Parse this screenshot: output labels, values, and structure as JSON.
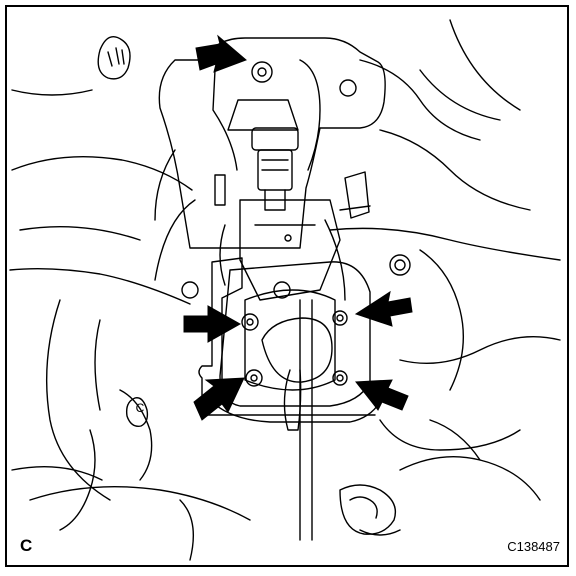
{
  "figure": {
    "corner_label": "C",
    "figure_code": "C138487",
    "inline_label": "C"
  },
  "colors": {
    "line": "#000000",
    "background": "#ffffff"
  },
  "icons": [
    "pointer-arrow-icon"
  ]
}
